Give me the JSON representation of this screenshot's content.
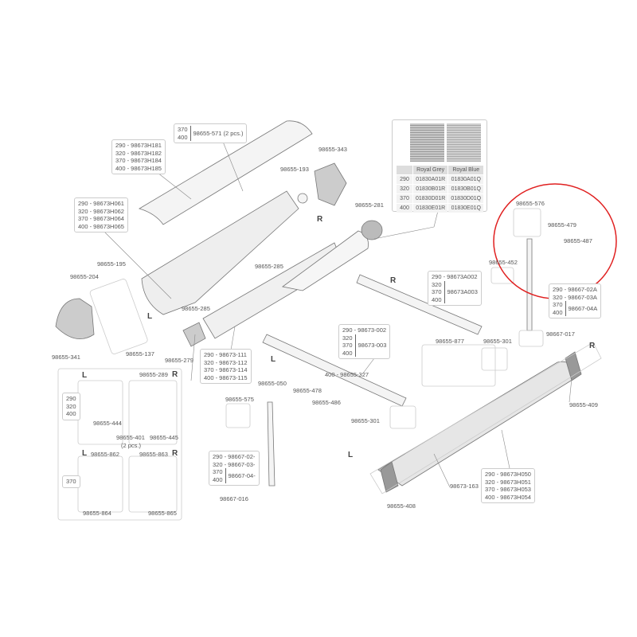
{
  "diagram": {
    "side_labels": {
      "right": "R",
      "left": "L"
    },
    "highlight_color": "#e02020",
    "top_cover": {
      "sizes_left": [
        "370",
        "400"
      ],
      "part": "98655-571 (2 pcs.)"
    },
    "front_cover_list": [
      "290 - 98673H181",
      "320 - 98673H182",
      "370 - 98673H184",
      "400 - 98673H185"
    ],
    "case_list": [
      "290 - 98673H061",
      "320 - 98673H062",
      "370 - 98673H064",
      "400 - 98673H065"
    ],
    "roller_list": [
      "290 - 98673-111",
      "320 - 98673-112",
      "370 - 98673-114",
      "400 - 98673-115"
    ],
    "arm_left_list": {
      "first": "290 - 98673-002",
      "sizes": [
        "320",
        "370",
        "400"
      ],
      "part": "98673-003"
    },
    "arm_right_list": {
      "first": "290 - 98673A002",
      "sizes": [
        "320",
        "370",
        "400"
      ],
      "part": "98673A003"
    },
    "leg_right_list": {
      "lines": [
        "290 - 98667-02A",
        "320 - 98667-03A"
      ],
      "sizes": [
        "370",
        "400"
      ],
      "part": "98667-04A"
    },
    "leg_left_list": {
      "lines": [
        "290 - 98667-02-",
        "320 - 98667-03-"
      ],
      "sizes": [
        "370",
        "400"
      ],
      "part": "98667-04-"
    },
    "bar_list": [
      "290 - 98673H050",
      "320 - 98673H051",
      "370 - 98673H053",
      "400 - 98673H054"
    ],
    "fabric_table": {
      "columns": [
        "Royal Grey",
        "Royal Blue"
      ],
      "rows": [
        {
          "size": "290",
          "grey": "01830A01R",
          "blue": "01830A01Q"
        },
        {
          "size": "320",
          "grey": "01830B01R",
          "blue": "01830B01Q"
        },
        {
          "size": "370",
          "grey": "01830D01R",
          "blue": "01830D01Q"
        },
        {
          "size": "400",
          "grey": "01830E01R",
          "blue": "01830E01Q"
        }
      ]
    },
    "parts": {
      "p343": "98655-343",
      "p193": "98655-193",
      "p281": "98655-281",
      "p285a": "98655-285",
      "p285b": "98655-285",
      "p195": "98655-195",
      "p204": "98655-204",
      "p341": "98655-341",
      "p137": "98655-137",
      "p279": "98655-279",
      "p289": "98655-289",
      "p050": "98655-050",
      "p478": "98655-478",
      "p486": "98655-486",
      "p575": "98655-575",
      "p327": "400 - 98655-327",
      "p301a": "98655-301",
      "p301b": "98655-301",
      "p877": "98655-877",
      "p576": "98655-576",
      "p479": "98655-479",
      "p487": "98655-487",
      "p452": "98655-452",
      "p017": "98667-017",
      "p409": "98655-409",
      "p016": "98667-016",
      "p163": "98673-163",
      "p408": "98655-408"
    },
    "end_kit": {
      "sizes_a": [
        "290",
        "320",
        "400"
      ],
      "size_b": "370",
      "p444": "98655-444",
      "p401": "98655-401",
      "p401_qty": "(2 pcs.)",
      "p445": "98655-445",
      "p862": "98655-862",
      "p863": "98655-863",
      "p864": "98655-864",
      "p865": "98655-865"
    }
  }
}
